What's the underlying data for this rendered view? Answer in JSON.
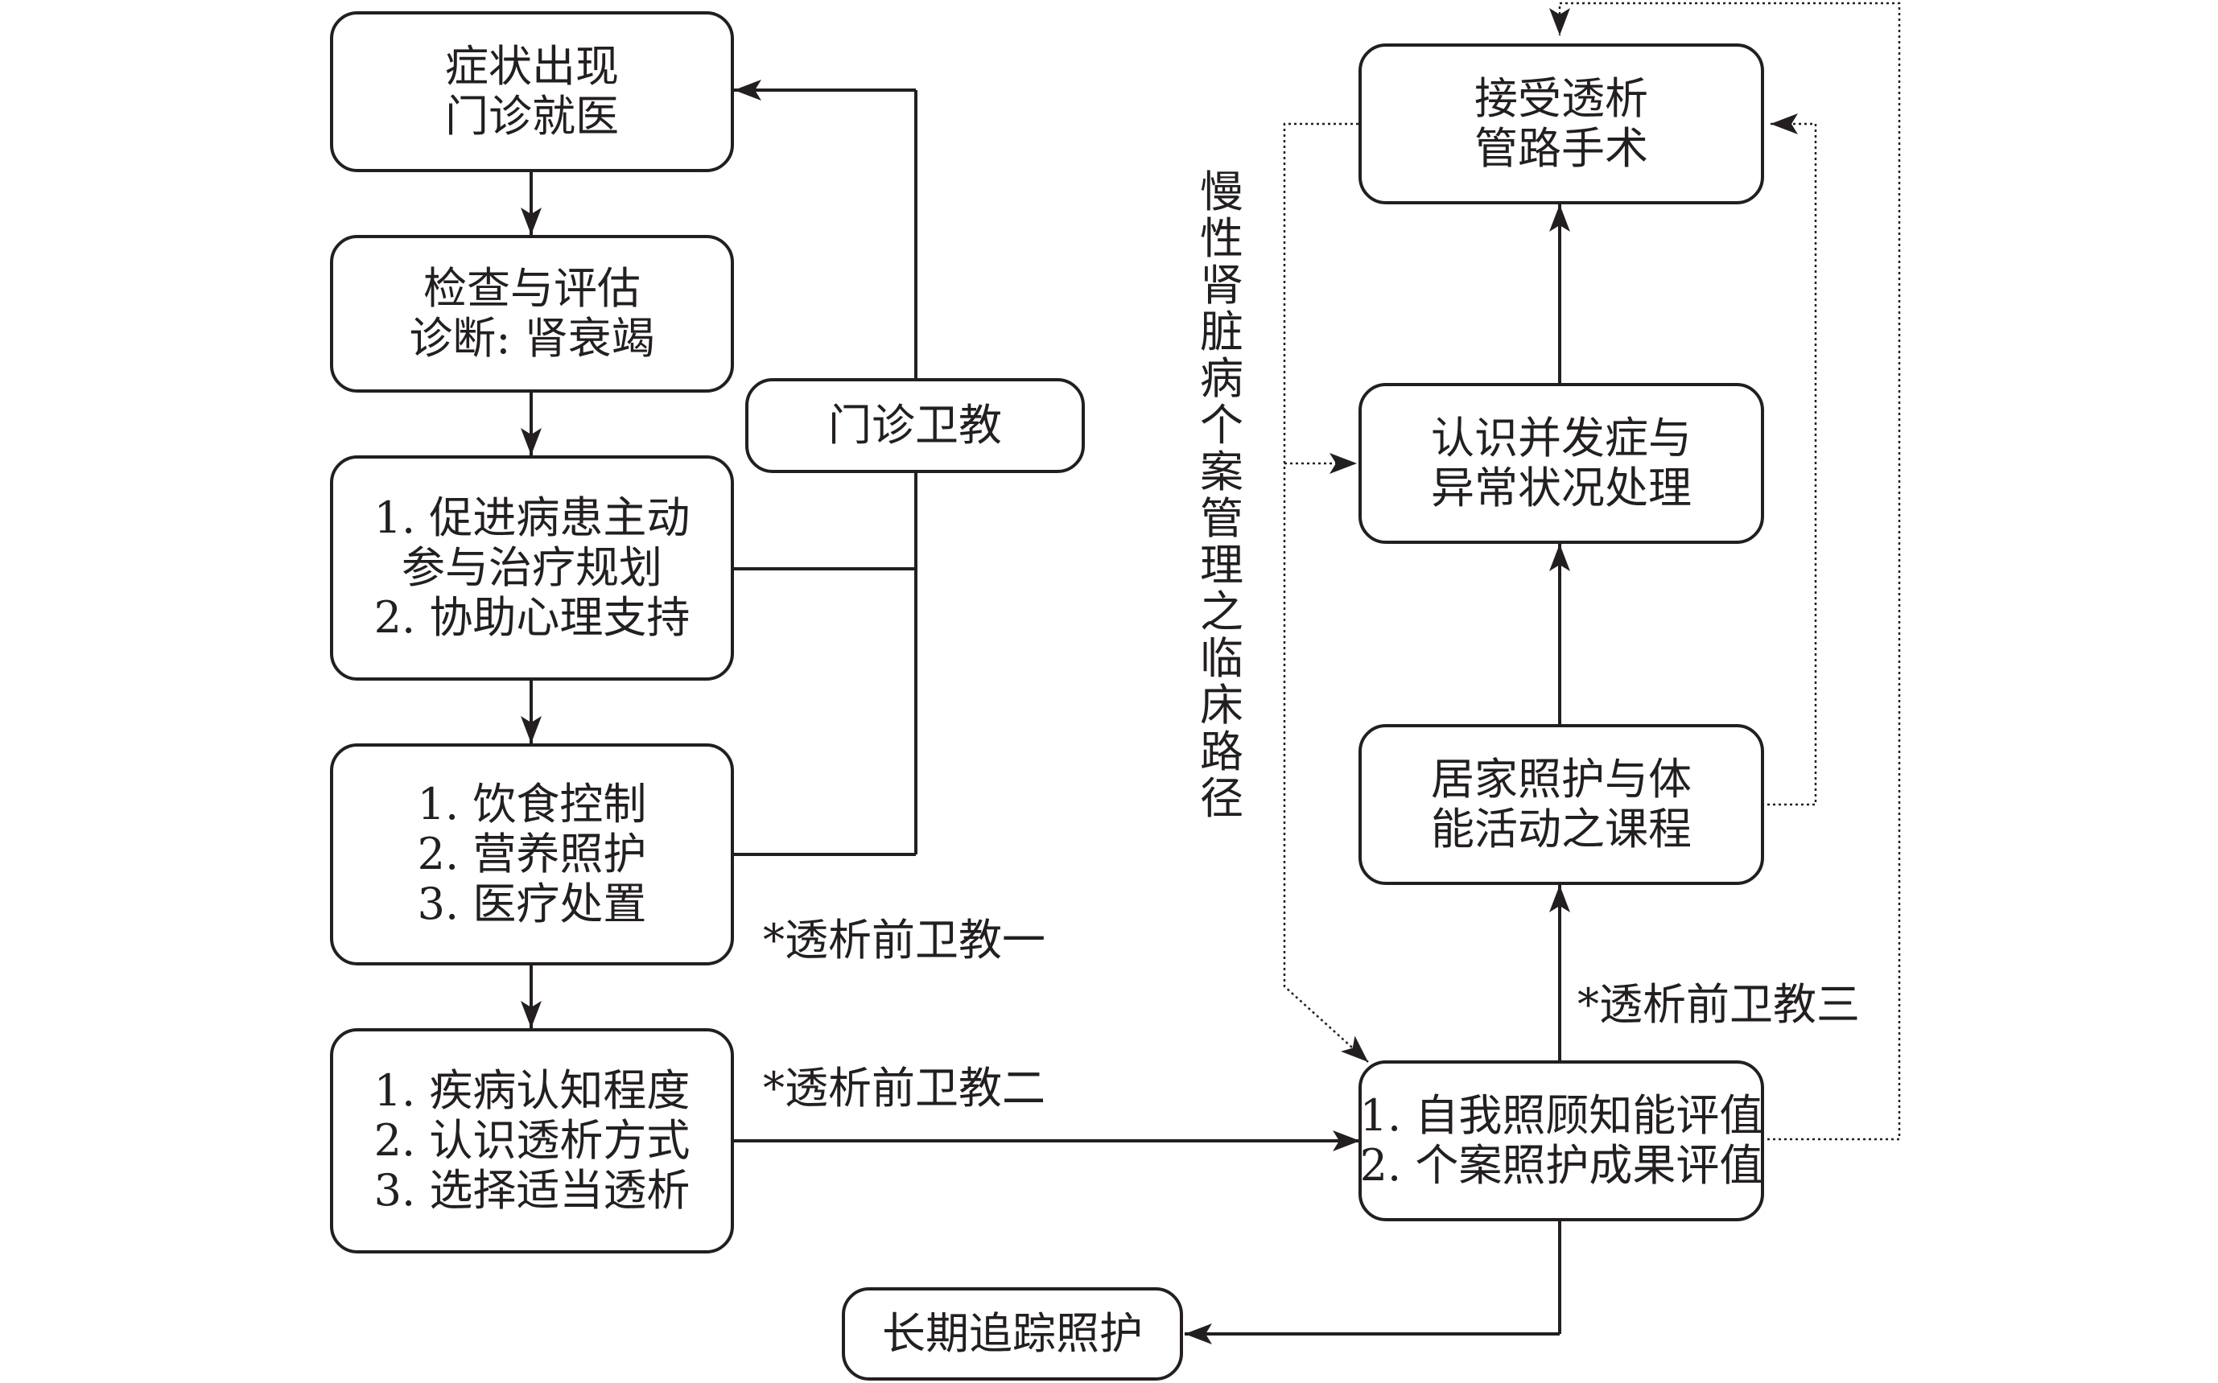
{
  "boxes": {
    "symptom": [
      "症状出现",
      "门诊就医"
    ],
    "exam": [
      "检查与评估",
      "诊断: 肾衰竭"
    ],
    "participate": [
      "1. 促进病患主动",
      "参与治疗规划",
      "2. 协助心理支持"
    ],
    "diet": [
      "1. 饮食控制",
      "2. 营养照护",
      "3. 医疗处置"
    ],
    "cognition": [
      "1. 疾病认知程度",
      "2. 认识透析方式",
      "3. 选择适当透析"
    ],
    "outpatient_edu": [
      "门诊卫教"
    ],
    "followup": [
      "长期追踪照护"
    ],
    "surgery": [
      "接受透析",
      "管路手术"
    ],
    "complication": [
      "认识并发症与",
      "异常状况处理"
    ],
    "homecare": [
      "居家照护与体",
      "能活动之课程"
    ],
    "evaluation": [
      "1. 自我照顾知能评值",
      "2. 个案照护成果评值"
    ]
  },
  "labels": {
    "edu1": "*透析前卫教一",
    "edu2": "*透析前卫教二",
    "edu3": "*透析前卫教三"
  },
  "vertical_title": "慢性肾脏病个案管理之临床路径",
  "colors": {
    "line": "#231f20",
    "background": "#ffffff"
  }
}
